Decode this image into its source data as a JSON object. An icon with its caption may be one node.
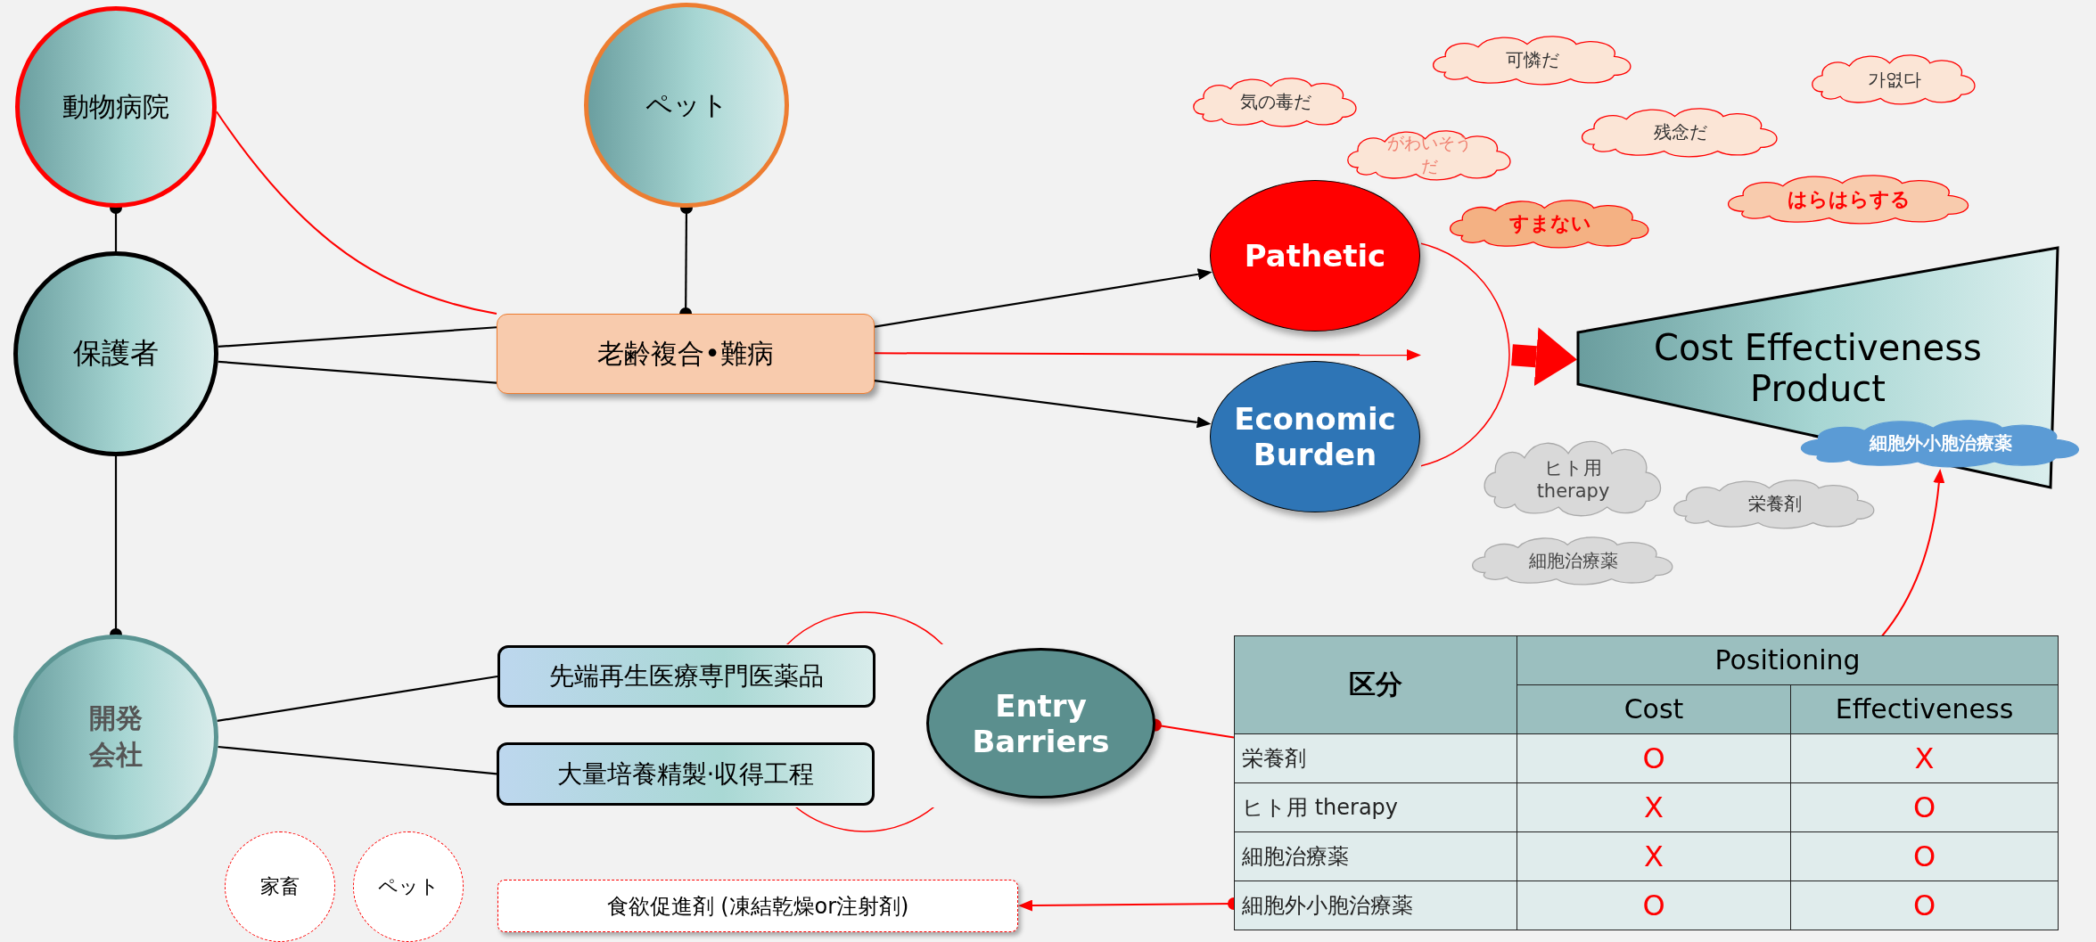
{
  "diagram": {
    "nodes": [
      {
        "text": [
          "動物病院"
        ]
      },
      {
        "text": [
          "ペット"
        ]
      },
      {
        "text": [
          "保護者"
        ]
      },
      {
        "text": [
          "老齢複合•難病"
        ]
      },
      {
        "text": [
          "Pathetic"
        ]
      },
      {
        "text": [
          "Economic Burden"
        ]
      },
      {
        "text": [
          "Cost Effectiveness Product"
        ]
      },
      {
        "text": [
          "細胞外小胞治療薬"
        ]
      },
      {
        "text": [
          "気の毒だ"
        ]
      },
      {
        "text": [
          "可憐だ"
        ]
      },
      {
        "text": [
          "가엾다"
        ]
      },
      {
        "text": [
          "がわいそうだ"
        ]
      },
      {
        "text": [
          "残念だ"
        ]
      },
      {
        "text": [
          "すまない"
        ]
      },
      {
        "text": [
          "はらはらする"
        ]
      },
      {
        "text": [
          "ヒト用 therapy"
        ]
      },
      {
        "text": [
          "栄養剤"
        ]
      },
      {
        "text": [
          "細胞治療薬"
        ]
      },
      {
        "text": [
          "開発会社"
        ]
      },
      {
        "text": [
          "先端再生医療専門医薬品"
        ]
      },
      {
        "text": [
          "大量培養精製·収得工程"
        ]
      },
      {
        "text": [
          "Entry Barriers"
        ]
      },
      {
        "text": [
          "区分",
          "Positioning",
          "Cost",
          "Effectiveness",
          "栄養剤",
          "O",
          "X",
          "ヒト用 therapy",
          "X",
          "O",
          "細胞治療薬",
          "X",
          "O",
          "細胞外小胞治療薬",
          "O",
          "O"
        ]
      },
      {
        "text": [
          "家畜"
        ]
      },
      {
        "text": [
          "ペット"
        ]
      },
      {
        "text": [
          "食欲促進剤 (凍結乾燥or注射剤)"
        ]
      },
      {
        "text": [],
        "shape": "circle"
      },
      {
        "text": [],
        "shape": "circle"
      },
      {
        "text": [],
        "shape": "circle"
      }
    ],
    "edges": [
      {
        "from": 0,
        "to": 2,
        "arrow": "other"
      },
      {
        "from": 0,
        "to": 3,
        "arrow": "none",
        "color": "#ff0000"
      },
      {
        "from": 1,
        "to": 3,
        "arrow": "other"
      },
      {
        "from": 2,
        "to": 3,
        "arrow": "none"
      },
      {
        "from": 2,
        "to": 3,
        "arrow": "none"
      },
      {
        "from": 2,
        "to": 18,
        "arrow": "other"
      },
      {
        "from": 3,
        "to": 4,
        "arrow": "to"
      },
      {
        "from": 3,
        "to": 26,
        "arrow": "to",
        "color": "#ff0000"
      },
      {
        "from": 3,
        "to": 5,
        "arrow": "to"
      },
      {
        "from": 26,
        "to": 6,
        "arrow": "to",
        "style": "thick",
        "color": "#ff0000"
      },
      {
        "from": 18,
        "to": 19,
        "arrow": "none"
      },
      {
        "from": 18,
        "to": 20,
        "arrow": "none"
      },
      {
        "from": 21,
        "to": 22,
        "arrow": "other",
        "color": "#ff0000"
      },
      {
        "from": 22,
        "to": 7,
        "arrow": "to",
        "color": "#ff0000"
      },
      {
        "from": 22,
        "to": 25,
        "arrow": "to",
        "color": "#ff0000"
      }
    ]
  }
}
